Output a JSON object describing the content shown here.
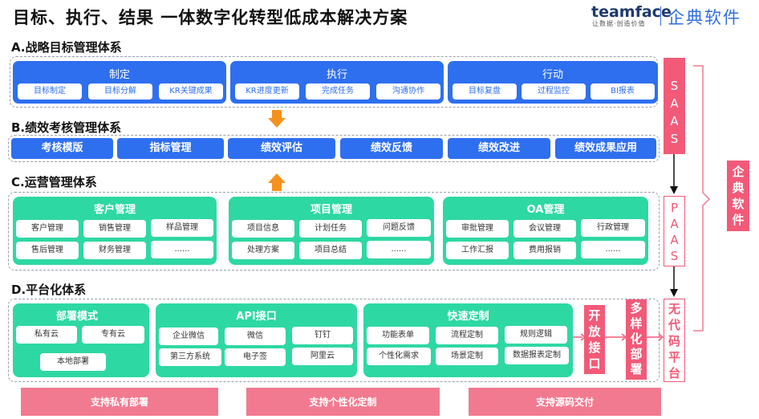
{
  "title": "目标、执行、结果 一体数字化转型低成本解决方案",
  "logo": {
    "en": "teamface",
    "sub": "让数据·创造价值",
    "cn": "企典软件"
  },
  "sections": {
    "a": "A.战略目标管理体系",
    "b": "B.绩效考核管理体系",
    "c": "C.运营管理体系",
    "d": "D.平台化体系"
  },
  "strategy": [
    {
      "header": "制定",
      "items": [
        "目标制定",
        "目标分解",
        "KR关键成果"
      ]
    },
    {
      "header": "执行",
      "items": [
        "KR进度更新",
        "完成任务",
        "沟通协作"
      ]
    },
    {
      "header": "行动",
      "items": [
        "目标复盘",
        "过程监控",
        "BI报表"
      ]
    }
  ],
  "performance": [
    "考核模版",
    "指标管理",
    "绩效评估",
    "绩效反馈",
    "绩效改进",
    "绩效成果应用"
  ],
  "operations": [
    {
      "header": "客户管理",
      "items": [
        "客户管理",
        "销售管理",
        "样品管理",
        "售后管理",
        "财务管理",
        "......"
      ]
    },
    {
      "header": "项目管理",
      "items": [
        "项目信息",
        "计划任务",
        "问题反馈",
        "处理方案",
        "项目总结",
        "......"
      ]
    },
    {
      "header": "OA管理",
      "items": [
        "审批管理",
        "会议管理",
        "行政管理",
        "工作汇报",
        "费用报销",
        "......"
      ]
    }
  ],
  "platform": [
    {
      "header": "部署模式",
      "items": [
        "私有云",
        "专有云",
        "本地部署"
      ]
    },
    {
      "header": "API接口",
      "items": [
        "企业微信",
        "微信",
        "钉钉",
        "第三方系统",
        "电子签",
        "阿里云"
      ]
    },
    {
      "header": "快速定制",
      "items": [
        "功能表单",
        "流程定制",
        "规则逻辑",
        "个性化需求",
        "场景定制",
        "数据报表定制"
      ]
    }
  ],
  "open_deploy": [
    "开",
    "放",
    "接",
    "口"
  ],
  "multi_deploy": [
    "多",
    "样",
    "化",
    "部",
    "署"
  ],
  "side": {
    "saas": [
      "S",
      "A",
      "A",
      "S"
    ],
    "paas": [
      "P",
      "A",
      "A",
      "S"
    ],
    "nocode": [
      "无",
      "代",
      "码",
      "平",
      "台"
    ],
    "brand": [
      "企",
      "典",
      "软",
      "件"
    ]
  },
  "bottom": [
    "支持私有部署",
    "支持个性化定制",
    "支持源码交付"
  ],
  "colors": {
    "blue": "#2e6ff0",
    "green": "#2ed8a3",
    "red": "#f25a78",
    "pink": "#f27a90",
    "orange": "#f5921e"
  }
}
